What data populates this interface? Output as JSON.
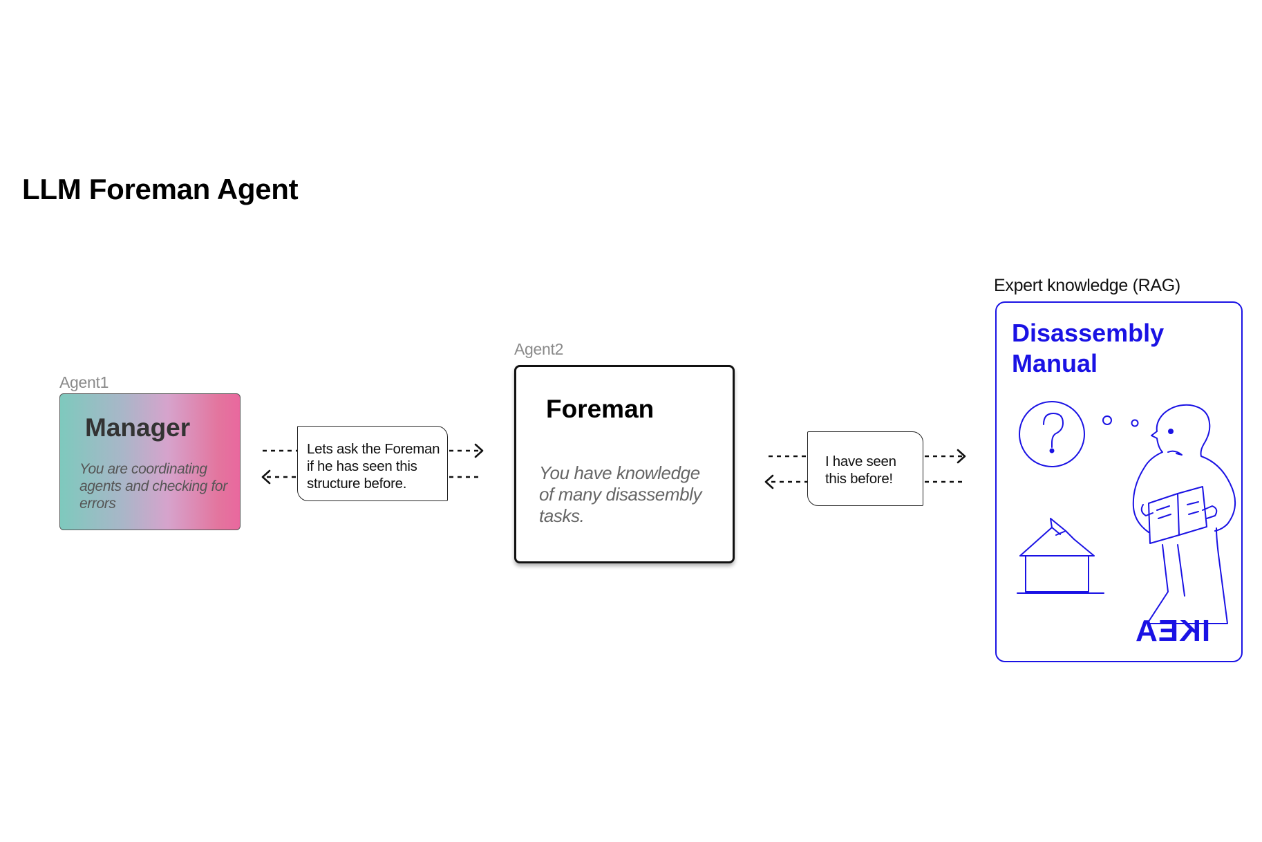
{
  "title": "LLM Foreman Agent",
  "agent1": {
    "tag": "Agent1",
    "name": "Manager",
    "description": "You are coordinating agents and checking for errors",
    "gradient": [
      "#7ec9bd",
      "#d6a3cc",
      "#e9689e"
    ]
  },
  "agent2": {
    "tag": "Agent2",
    "name": "Foreman",
    "description": "You have knowledge of many disassembly tasks."
  },
  "message_manager": "Lets ask the Foreman\nif he has seen this\nstructure before.",
  "message_foreman": "I have seen\nthis before!",
  "knowledge": {
    "label": "Expert knowledge (RAG)",
    "manual_title": "Disassembly\nManual",
    "brand": "IKEA",
    "accent_color": "#1a12e4",
    "illustration_icons": [
      "question-bubble-icon",
      "house-icon",
      "person-reading-icon"
    ]
  }
}
